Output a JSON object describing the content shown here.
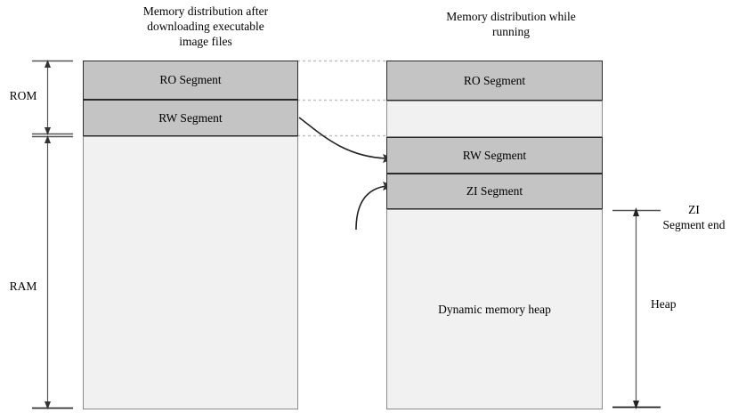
{
  "diagram": {
    "titles": {
      "left": "Memory distribution after\ndownloading executable\nimage files",
      "right": "Memory distribution while\nrunning"
    },
    "left_panel": {
      "segments": [
        {
          "name": "ro",
          "label": "RO Segment",
          "fill": "#c4c4c4"
        },
        {
          "name": "rw",
          "label": "RW Segment",
          "fill": "#c4c4c4"
        },
        {
          "name": "free",
          "label": "",
          "fill": "#f1f1f1"
        }
      ]
    },
    "right_panel": {
      "segments": [
        {
          "name": "ro",
          "label": "RO Segment",
          "fill": "#c4c4c4"
        },
        {
          "name": "gap",
          "label": "",
          "fill": "#f1f1f1"
        },
        {
          "name": "rw",
          "label": "RW Segment",
          "fill": "#c4c4c4"
        },
        {
          "name": "zi",
          "label": "ZI Segment",
          "fill": "#c4c4c4"
        },
        {
          "name": "heap",
          "label": "Dynamic memory heap",
          "fill": "#f1f1f1"
        }
      ]
    },
    "brackets": {
      "rom": "ROM",
      "ram": "RAM",
      "zi_segment_end": "ZI\nSegment end",
      "heap": "Heap"
    },
    "colors": {
      "segment_fill": "#c4c4c4",
      "free_fill": "#f1f1f1",
      "stroke": "#2b2b2b",
      "dotted": "#b0b0b0",
      "bracket": "#555555"
    }
  }
}
